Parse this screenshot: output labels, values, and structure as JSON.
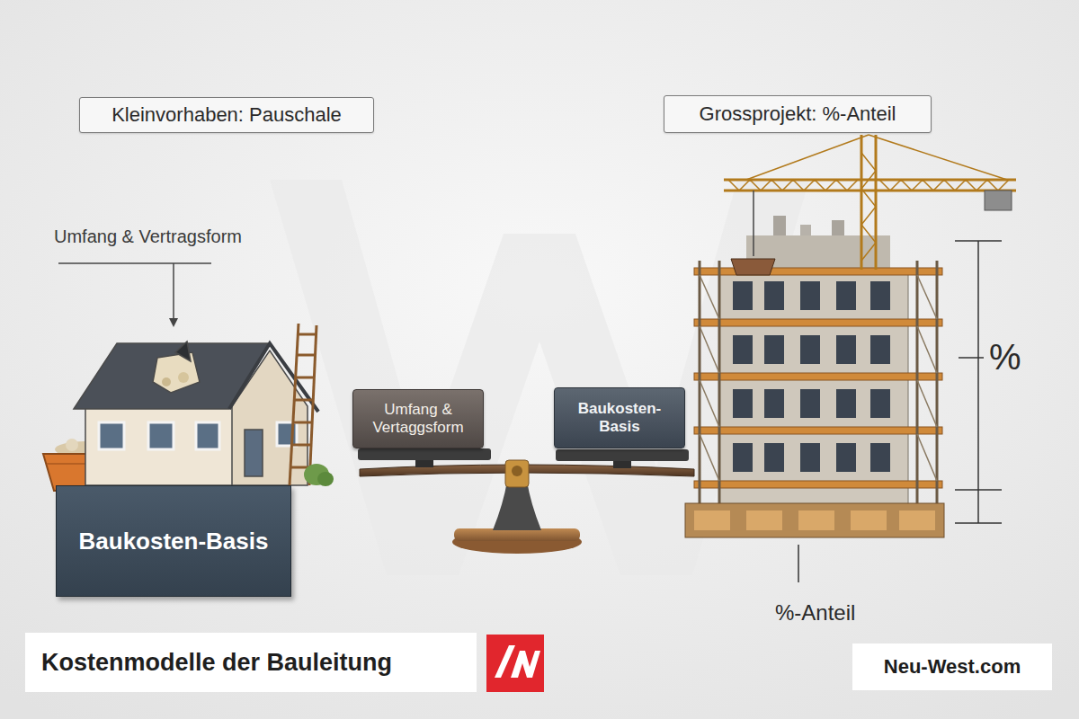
{
  "diagram": {
    "title": "Kostenmodelle der Bauleitung",
    "nodes": [
      {
        "text": [
          "Kleinvorhaben: Pauschale"
        ]
      },
      {
        "text": [
          "Grossprojekt: %-Anteil"
        ]
      },
      {
        "text": [
          "Umfang & Vertaggsform"
        ]
      },
      {
        "text": [
          "Baukosten-Basis"
        ]
      },
      {
        "text": [
          "Baukosten-Basis"
        ]
      },
      {
        "text": [
          "Neu-West.com"
        ]
      }
    ],
    "labels": [
      "Umfang & Vertragsform",
      "%",
      "%-Anteil"
    ]
  }
}
